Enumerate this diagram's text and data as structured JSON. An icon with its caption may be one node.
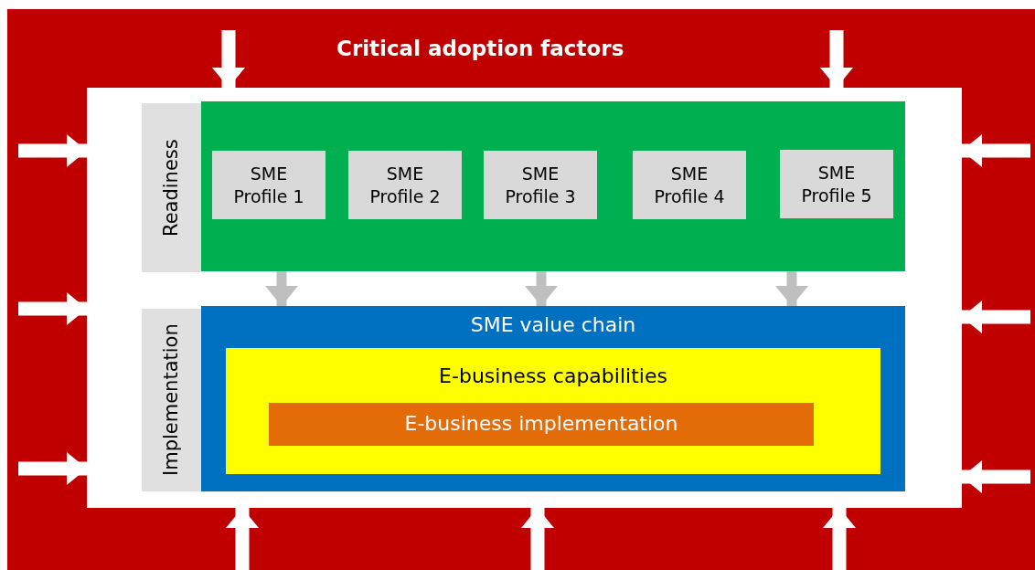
{
  "diagram": {
    "nodes": [
      {
        "text": [
          "Critical adoption factors"
        ]
      },
      {
        "text": [],
        "shape": "box",
        "in": 0
      },
      {
        "text": [
          "Readiness"
        ],
        "in": 1
      },
      {
        "text": [],
        "shape": "box",
        "in": 1
      },
      {
        "text": [
          "SME Profile 1"
        ],
        "in": 3
      },
      {
        "text": [
          "SME Profile 2"
        ],
        "in": 3
      },
      {
        "text": [
          "SME Profile 3"
        ],
        "in": 3
      },
      {
        "text": [
          "SME Profile 4"
        ],
        "in": 3
      },
      {
        "text": [
          "SME Profile 5"
        ],
        "in": 3
      },
      {
        "text": [
          "Implementation"
        ],
        "in": 1
      },
      {
        "text": [
          "SME value chain"
        ],
        "in": 1
      },
      {
        "text": [
          "E-business capabilities"
        ],
        "in": 10
      },
      {
        "text": [
          "E-business implementation"
        ],
        "in": 11
      }
    ],
    "edges": [
      {
        "from": null,
        "to": 1,
        "arrow": "to"
      },
      {
        "from": null,
        "to": 1,
        "arrow": "to"
      },
      {
        "from": null,
        "to": 1,
        "arrow": "to"
      },
      {
        "from": null,
        "to": 1,
        "arrow": "to"
      },
      {
        "from": null,
        "to": 1,
        "arrow": "to"
      },
      {
        "from": null,
        "to": 1,
        "arrow": "to"
      },
      {
        "from": null,
        "to": 1,
        "arrow": "to"
      },
      {
        "from": null,
        "to": 1,
        "arrow": "to"
      },
      {
        "from": null,
        "to": 1,
        "arrow": "to"
      },
      {
        "from": null,
        "to": 1,
        "arrow": "to"
      },
      {
        "from": null,
        "to": 1,
        "arrow": "to"
      },
      {
        "from": 3,
        "to": 10,
        "arrow": "to",
        "color": "#bfbfbf"
      },
      {
        "from": 3,
        "to": 10,
        "arrow": "to",
        "color": "#bfbfbf"
      },
      {
        "from": 3,
        "to": 10,
        "arrow": "to",
        "color": "#bfbfbf"
      }
    ]
  }
}
